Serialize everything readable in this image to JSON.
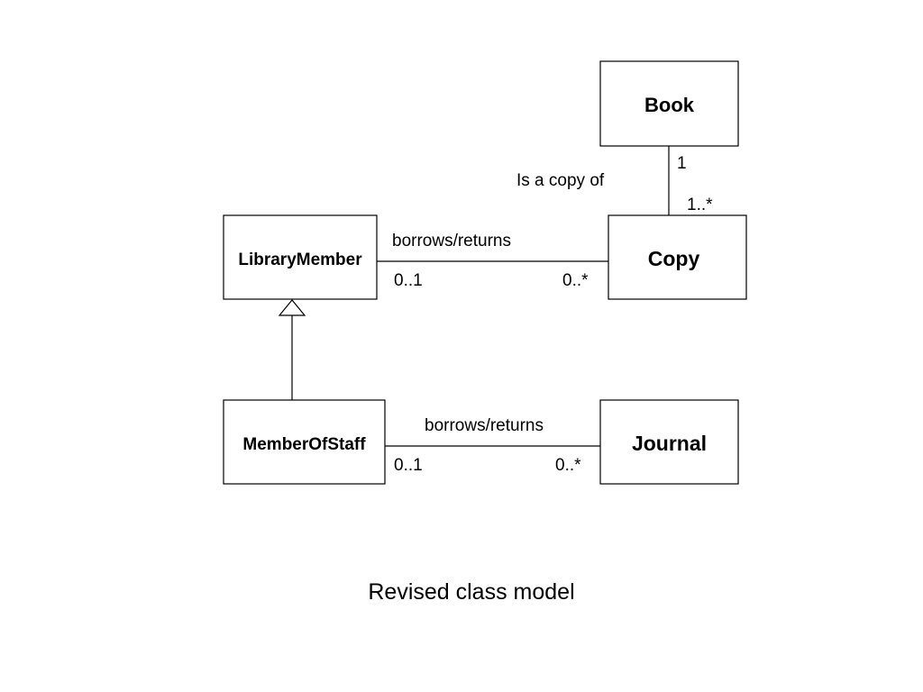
{
  "diagram": {
    "classes": {
      "book": "Book",
      "copy": "Copy",
      "library_member": "LibraryMember",
      "member_of_staff": "MemberOfStaff",
      "journal": "Journal"
    },
    "associations": {
      "copy_of": {
        "label": "Is a copy of",
        "book_end": "1",
        "copy_end": "1..*"
      },
      "member_copy": {
        "label": "borrows/returns",
        "member_end": "0..1",
        "copy_end": "0..*"
      },
      "staff_journal": {
        "label": "borrows/returns",
        "staff_end": "0..1",
        "journal_end": "0..*"
      }
    },
    "caption": "Revised class model"
  },
  "colors": {
    "stroke": "#000000",
    "fill": "#ffffff",
    "text": "#000000"
  }
}
